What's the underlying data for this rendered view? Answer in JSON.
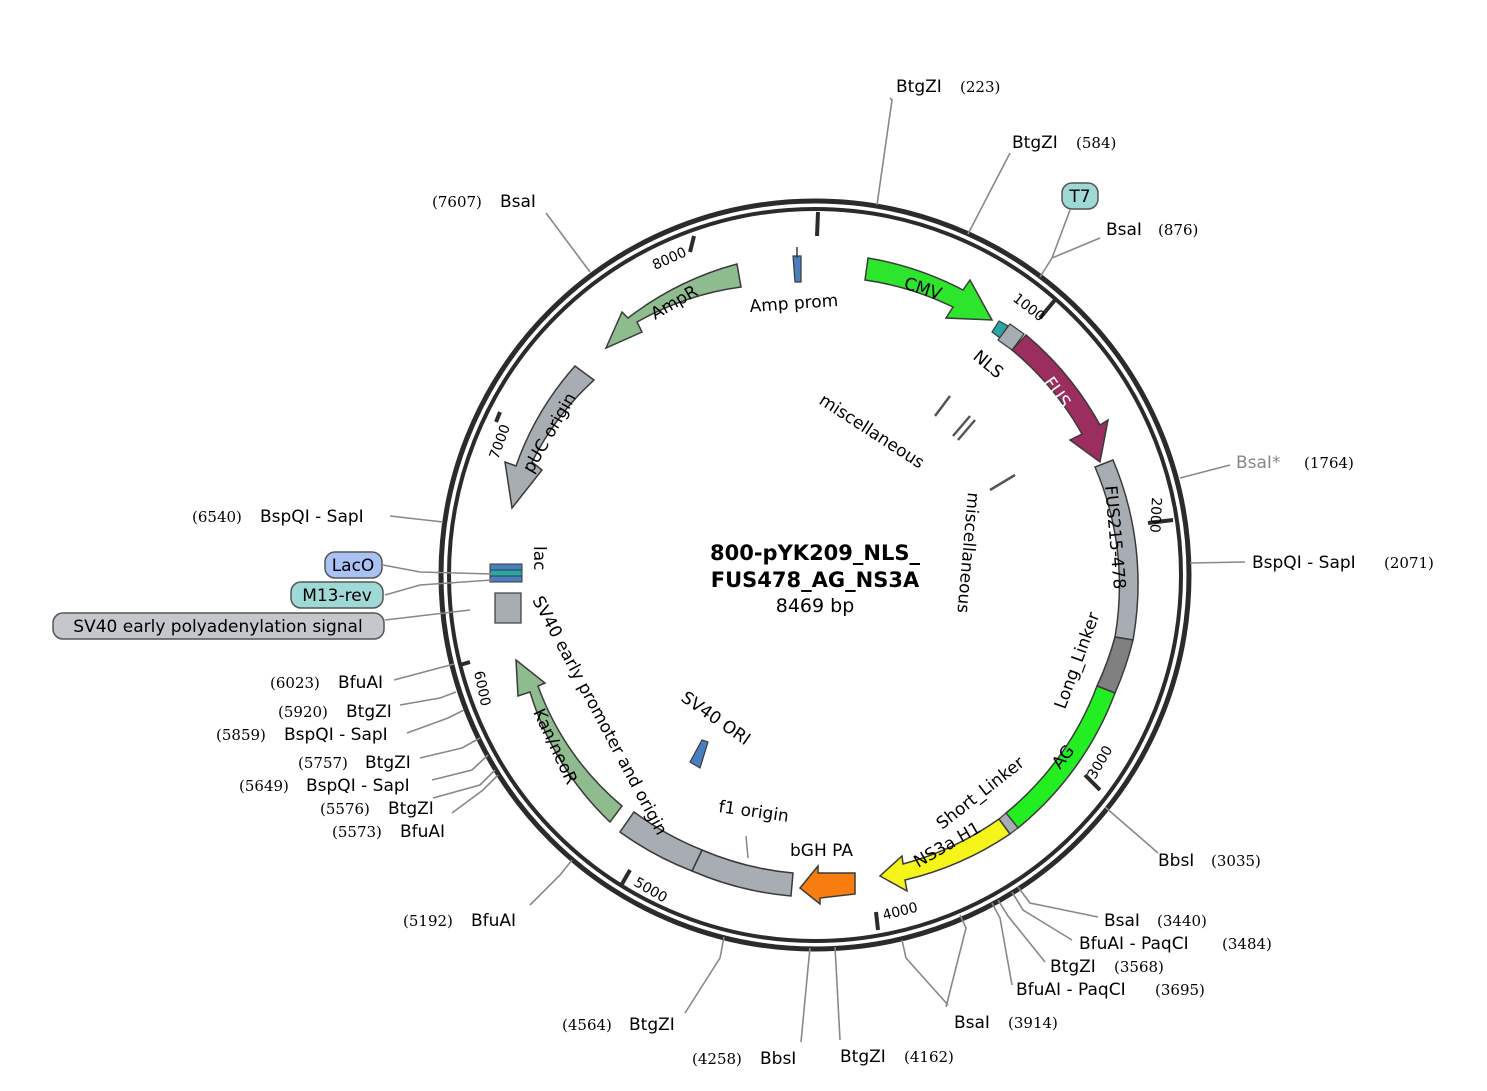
{
  "plasmid": {
    "name_line1": "800-pYK209_NLS_",
    "name_line2": "FUS478_AG_NS3A",
    "size_label": "8469 bp"
  },
  "ticks": [
    "1000",
    "2000",
    "3000",
    "4000",
    "5000",
    "6000",
    "7000",
    "8000"
  ],
  "features": {
    "cmv": "CMV",
    "nls": "NLS",
    "fus": "FUS",
    "fus215": "FUS215-478",
    "long_linker": "Long_Linker",
    "ag": "AG",
    "short_linker": "Short_Linker",
    "ns3a": "NS3a H1",
    "bgh": "bGH PA",
    "f1": "f1 origin",
    "sv40_promoter": "SV40 early promoter and origin",
    "kan": "Kan/neoR",
    "sv40_ori": "SV40 ORI",
    "lac": "lac",
    "puc": "pUC origin",
    "ampr": "AmpR",
    "amp_prom": "Amp prom",
    "misc1": "miscellaneous",
    "misc2": "miscellaneous"
  },
  "boxed_labels": {
    "t7": "T7",
    "laco": "LacO",
    "m13rev": "M13-rev",
    "sv40pa": "SV40 early polyadenylation signal"
  },
  "sites": [
    {
      "name": "BtgZI",
      "pos": "(223)"
    },
    {
      "name": "BtgZI",
      "pos": "(584)"
    },
    {
      "name": "BsaI",
      "pos": "(876)"
    },
    {
      "name": "BsaI*",
      "pos": "(1764)"
    },
    {
      "name": "BspQI - SapI",
      "pos": "(2071)"
    },
    {
      "name": "BbsI",
      "pos": "(3035)"
    },
    {
      "name": "BsaI",
      "pos": "(3440)"
    },
    {
      "name": "BfuAI - PaqCI",
      "pos": "(3484)"
    },
    {
      "name": "BtgZI",
      "pos": "(3568)"
    },
    {
      "name": "BfuAI - PaqCI",
      "pos": "(3695)"
    },
    {
      "name": "BsaI",
      "pos": "(3914)"
    },
    {
      "name": "BtgZI",
      "pos": "(4162)"
    },
    {
      "name": "BbsI",
      "pos": "(4258)"
    },
    {
      "name": "BtgZI",
      "pos": "(4564)"
    },
    {
      "name": "BfuAI",
      "pos": "(5192)"
    },
    {
      "name": "BfuAI",
      "pos": "(5573)"
    },
    {
      "name": "BtgZI",
      "pos": "(5576)"
    },
    {
      "name": "BspQI - SapI",
      "pos": "(5649)"
    },
    {
      "name": "BtgZI",
      "pos": "(5757)"
    },
    {
      "name": "BspQI - SapI",
      "pos": "(5859)"
    },
    {
      "name": "BtgZI",
      "pos": "(5920)"
    },
    {
      "name": "BfuAI",
      "pos": "(6023)"
    },
    {
      "name": "BspQI - SapI",
      "pos": "(6540)"
    },
    {
      "name": "BsaI",
      "pos": "(7607)"
    }
  ],
  "colors": {
    "backbone": "#2b2b2b",
    "cmv": "#2de52d",
    "fus": "#9b2e5f",
    "gray_feature": "#a8adb3",
    "linker_dark": "#808080",
    "ag": "#22ee22",
    "ns3a": "#f5f51a",
    "bgh": "#f77d10",
    "ampr": "#8fbc8f",
    "kan": "#8fbc8f",
    "promoter_blue": "#4a7fbf",
    "t7": "#9fd9d6",
    "m13rev": "#9fd9d6",
    "laco": "#a9c1f3",
    "sv40pa": "#c4c7cc",
    "faded_site": "#888888"
  }
}
